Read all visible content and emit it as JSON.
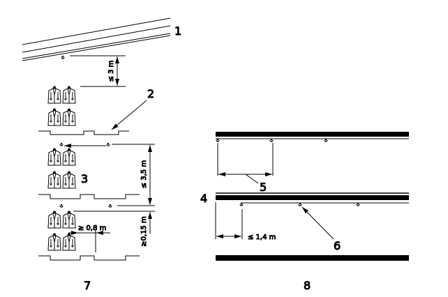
{
  "labels": {
    "l1": "1",
    "l2": "2",
    "l3": "3",
    "l4": "4",
    "l5": "5",
    "l6": "6",
    "l7": "7",
    "l8": "8"
  },
  "dimensions": {
    "d1": "≤ 3 m",
    "d2": "≤ 3,5 m",
    "d3": "≥0,15 m",
    "d4": "≥ 0,8 m",
    "d5": "≤ 1,4 m"
  },
  "colors": {
    "ink": "#000000",
    "background": "#ffffff"
  }
}
